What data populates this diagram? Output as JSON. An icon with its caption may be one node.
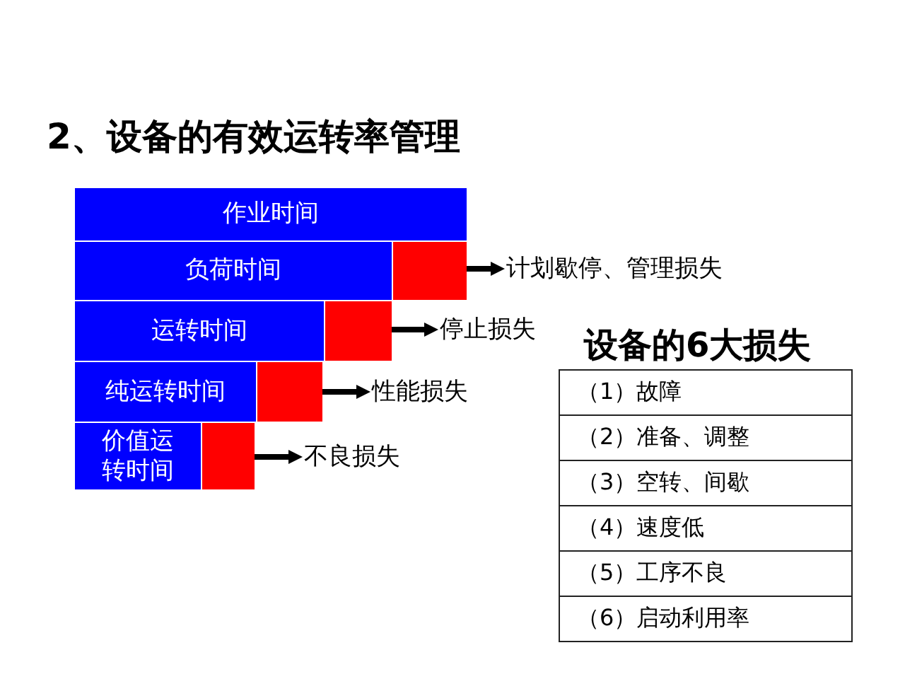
{
  "diagram": {
    "title": "2、设备的有效运转率管理",
    "nodes": [
      {
        "text": [
          "作业时间"
        ]
      },
      {
        "text": [
          "负荷时间"
        ]
      },
      {
        "text": [],
        "shape": "bar"
      },
      {
        "text": [
          "计划歇停、管理损失"
        ]
      },
      {
        "text": [
          "运转时间"
        ]
      },
      {
        "text": [],
        "shape": "bar"
      },
      {
        "text": [
          "停止损失"
        ]
      },
      {
        "text": [
          "纯运转时间"
        ]
      },
      {
        "text": [],
        "shape": "bar"
      },
      {
        "text": [
          "性能损失"
        ]
      },
      {
        "text": [
          "价值运转时间"
        ]
      },
      {
        "text": [],
        "shape": "bar"
      },
      {
        "text": [
          "不良损失"
        ]
      },
      {
        "text": [
          "（1）故障"
        ]
      },
      {
        "text": [
          "（2）准备、调整"
        ]
      },
      {
        "text": [
          "（3）空转、间歇"
        ]
      },
      {
        "text": [
          "（4）速度低"
        ]
      },
      {
        "text": [
          "（5）工序不良"
        ]
      },
      {
        "text": [
          "（6）启动利用率"
        ]
      }
    ],
    "edges": [
      {
        "from": 2,
        "to": 3,
        "arrow": "to"
      },
      {
        "from": 5,
        "to": 6,
        "arrow": "to"
      },
      {
        "from": 8,
        "to": 9,
        "arrow": "to"
      },
      {
        "from": 11,
        "to": 12,
        "arrow": "to"
      }
    ],
    "labels": [
      "设备的6大损失"
    ]
  }
}
